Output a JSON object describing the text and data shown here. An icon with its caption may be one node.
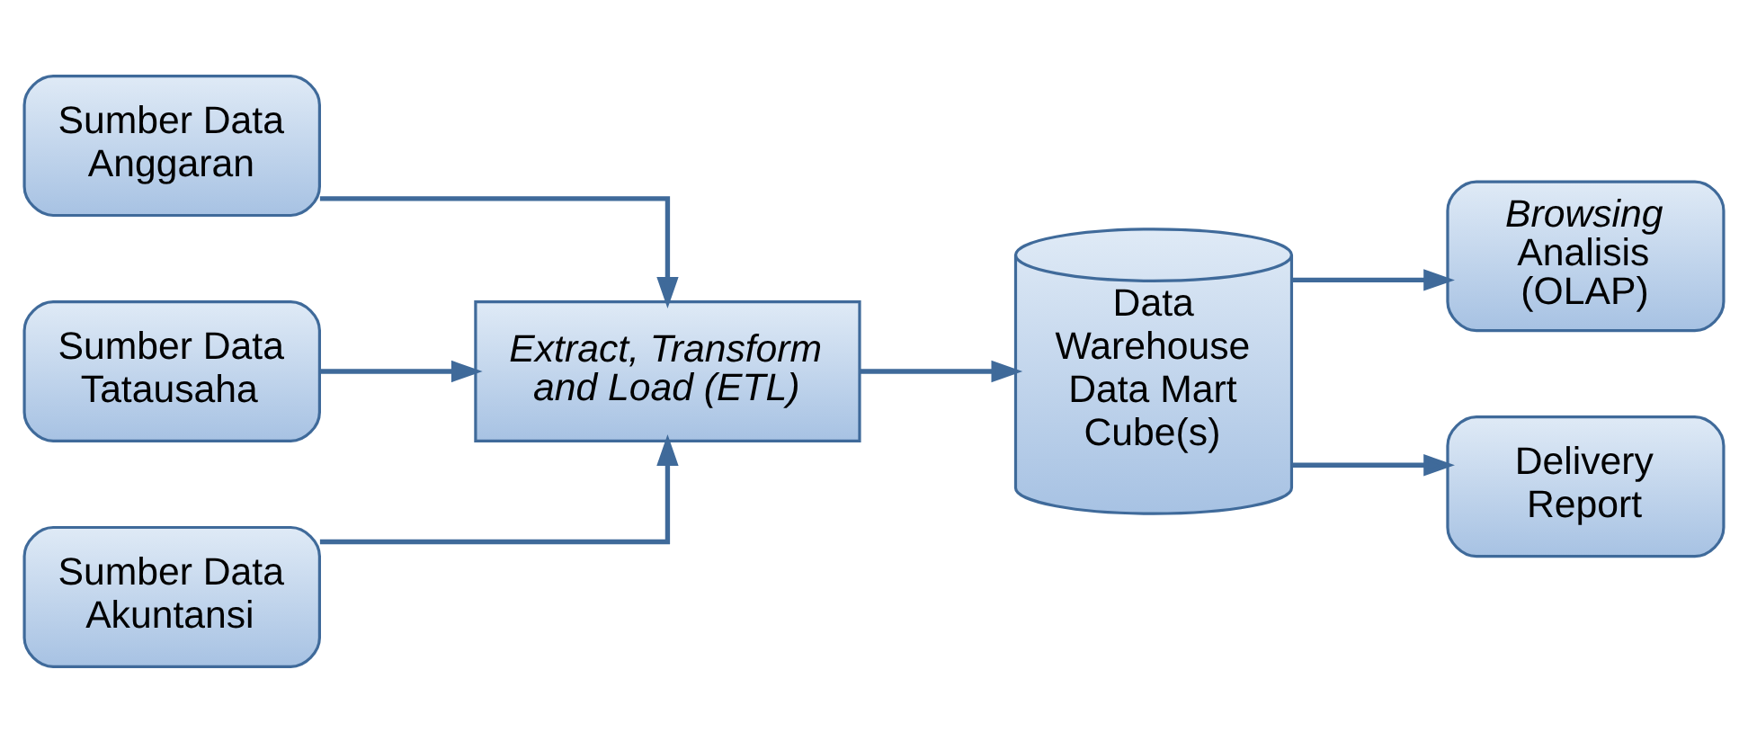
{
  "diagram": {
    "nodes": [
      {
        "text": [
          "Sumber Data Anggaran"
        ]
      },
      {
        "text": [
          "Sumber Data Tatausaha"
        ]
      },
      {
        "text": [
          "Sumber Data Akuntansi"
        ]
      },
      {
        "text": [
          "Extract, Transform and Load (ETL)"
        ]
      },
      {
        "text": [
          "Data Warehouse Data Mart Cube(s)"
        ]
      },
      {
        "text": [
          "*Browsing* Analisis (OLAP)"
        ]
      },
      {
        "text": [
          "Delivery Report"
        ]
      }
    ],
    "edges": [
      {
        "from": 0,
        "to": 3,
        "arrow": "to"
      },
      {
        "from": 1,
        "to": 3,
        "arrow": "to"
      },
      {
        "from": 2,
        "to": 3,
        "arrow": "to"
      },
      {
        "from": 3,
        "to": 4,
        "arrow": "to"
      },
      {
        "from": 4,
        "to": 5,
        "arrow": "to"
      },
      {
        "from": 4,
        "to": 6,
        "arrow": "to"
      }
    ]
  }
}
